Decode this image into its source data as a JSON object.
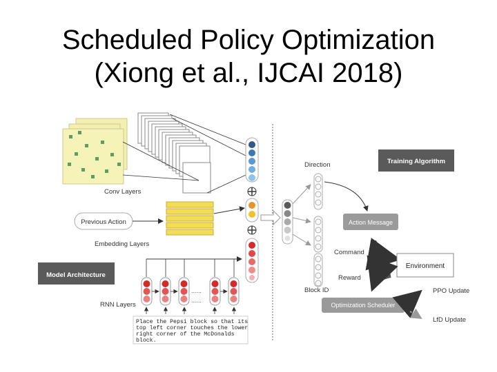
{
  "title": {
    "line1": "Scheduled Policy Optimization",
    "line2": "(Xiong et al., IJCAI 2018)"
  },
  "diagram": {
    "conv_layers": "Conv Layers",
    "previous_action": "Previous Action",
    "embedding_layers": "Embedding Layers",
    "model_architecture": "Model Architecture",
    "rnn_layers": "RNN Layers",
    "instruction": [
      "Place the Pepsi block so that its",
      "top left corner touches the lower",
      "right corner of the McDonalds",
      "block."
    ],
    "training_algorithm": "Training Algorithm",
    "direction": "Direction",
    "action_message": "Action Message",
    "command": "Command",
    "environment": "Environment",
    "reward": "Reward",
    "block_id": "Block ID",
    "optimization_scheduler": "Optimization Scheduler",
    "ppo_update": "PPO Update",
    "lfd_update": "LfD Update",
    "ellipsis": "......",
    "plus": "+"
  }
}
